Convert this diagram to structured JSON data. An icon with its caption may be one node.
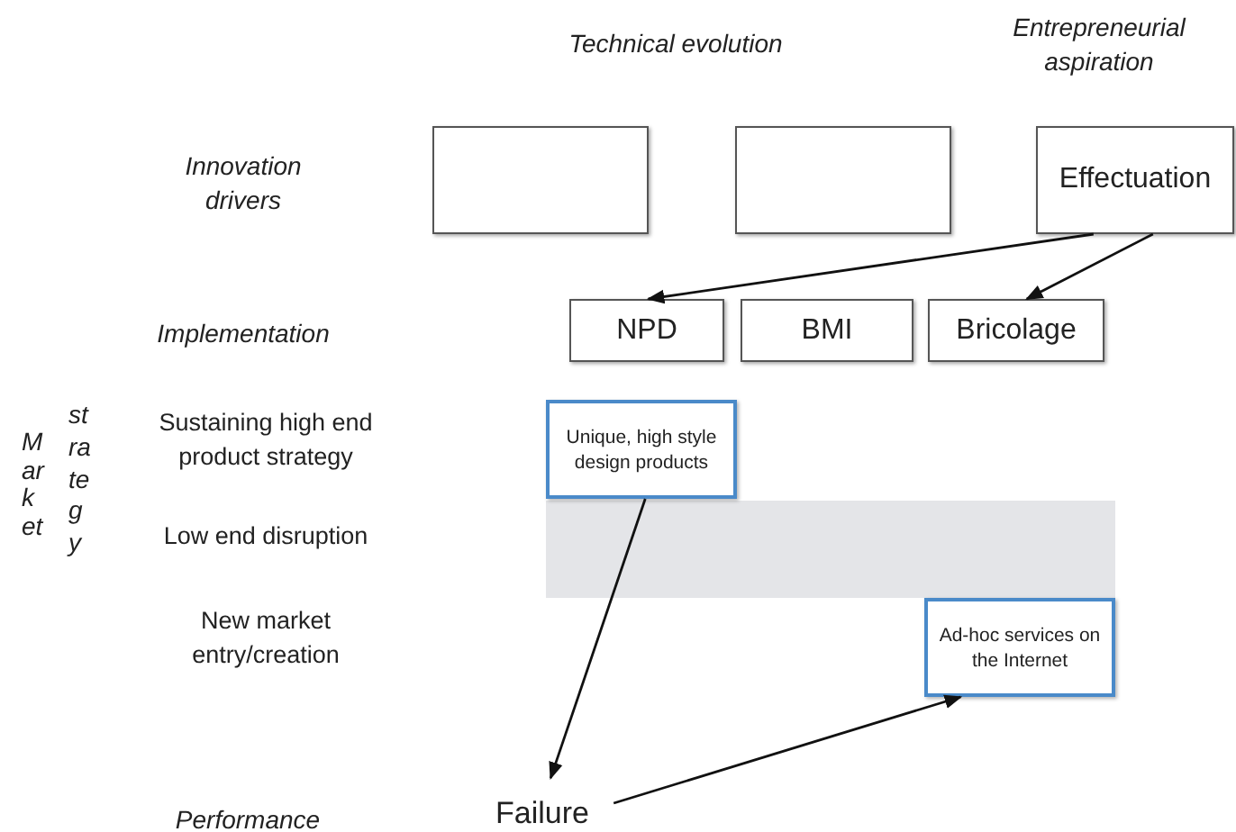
{
  "diagram": {
    "nodes": [
      {
        "text": [],
        "shape": "box"
      },
      {
        "text": [],
        "shape": "box"
      },
      {
        "text": [
          "Effectuation"
        ]
      },
      {
        "text": [
          "NPD"
        ]
      },
      {
        "text": [
          "BMI"
        ]
      },
      {
        "text": [
          "Bricolage"
        ]
      },
      {
        "text": [
          "Unique, high style design products"
        ]
      },
      {
        "text": [
          "Ad-hoc services on the Internet"
        ]
      },
      {
        "text": [
          "Failure"
        ]
      }
    ],
    "edges": [
      {
        "from": 2,
        "to": 3,
        "arrow": "to"
      },
      {
        "from": 2,
        "to": 5,
        "arrow": "to"
      },
      {
        "from": 6,
        "to": 8,
        "arrow": "to"
      },
      {
        "from": 8,
        "to": 7,
        "arrow": "to"
      }
    ],
    "labels": [
      "Technical evolution",
      "Entrepreneurial aspiration",
      "Innovation drivers",
      "Implementation",
      "Market",
      "strategy",
      "Sustaining high end product strategy",
      "Low end disruption",
      "New market entry/creation",
      "Performance"
    ]
  }
}
